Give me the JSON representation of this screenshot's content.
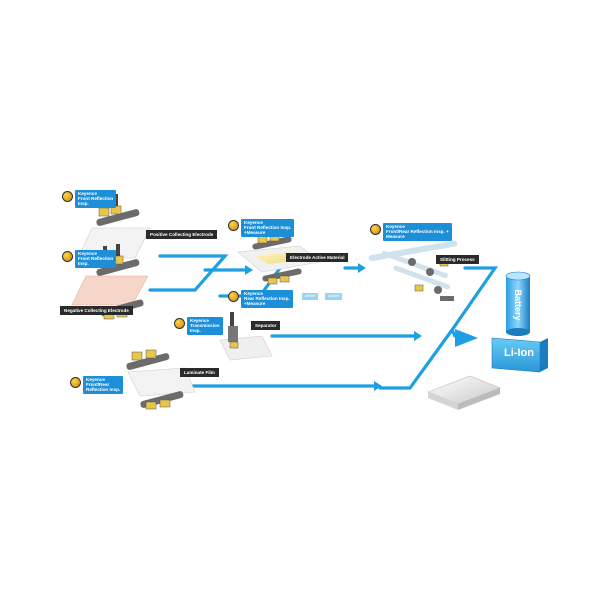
{
  "tags": {
    "positive_front": [
      "Keyence",
      "Front Reflection",
      "Insp."
    ],
    "negative_front": [
      "Keyence",
      "Front Reflection",
      "Insp."
    ],
    "active_front": [
      "Keyence",
      "Front Reflection Insp.",
      "+Measure"
    ],
    "active_rear": [
      "Keyence",
      "Rear Reflection Insp.",
      "+Measure"
    ],
    "slitting_frontrear": [
      "Keyence",
      "Front/Rear Reflection Insp. +",
      "Measure"
    ],
    "transmission": [
      "Keyence",
      "Transmission",
      "Insp."
    ],
    "laminate_frontrear": [
      "Keyence",
      "Front/Rear",
      "Reflection Insp."
    ]
  },
  "labels": {
    "positive": "Positive Collecting Electrode",
    "negative": "Negative Collecting Electrode",
    "active": "Electrode Active Material",
    "slitting": "Slitting Process",
    "separator": "Separator",
    "laminate": "Laminate Film"
  },
  "chips": {
    "a": "detail",
    "b": "coater"
  },
  "battery": {
    "cylinder_text": "Battery",
    "pack_text": "Li-Ion"
  },
  "colors": {
    "flow_line": "#1e9fe4",
    "label_bg": "#2a2a2a",
    "tag_bg": "#1d8fd8",
    "cyan": "#4cc3f2"
  }
}
